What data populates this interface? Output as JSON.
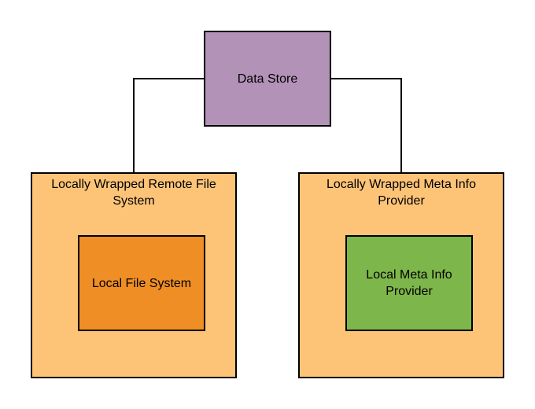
{
  "colors": {
    "data_store_fill": "#b392b8",
    "wrapper_fill": "#fdc377",
    "local_fs_fill": "#f08e26",
    "meta_provider_fill": "#7db64a",
    "stroke": "#000000"
  },
  "diagram": {
    "data_store": {
      "label": "Data Store"
    },
    "wrapped_fs": {
      "title": "Locally Wrapped Remote File System",
      "inner_label": "Local File System"
    },
    "wrapped_meta": {
      "title": "Locally Wrapped Meta Info Provider",
      "inner_label": "Local Meta Info Provider"
    }
  }
}
